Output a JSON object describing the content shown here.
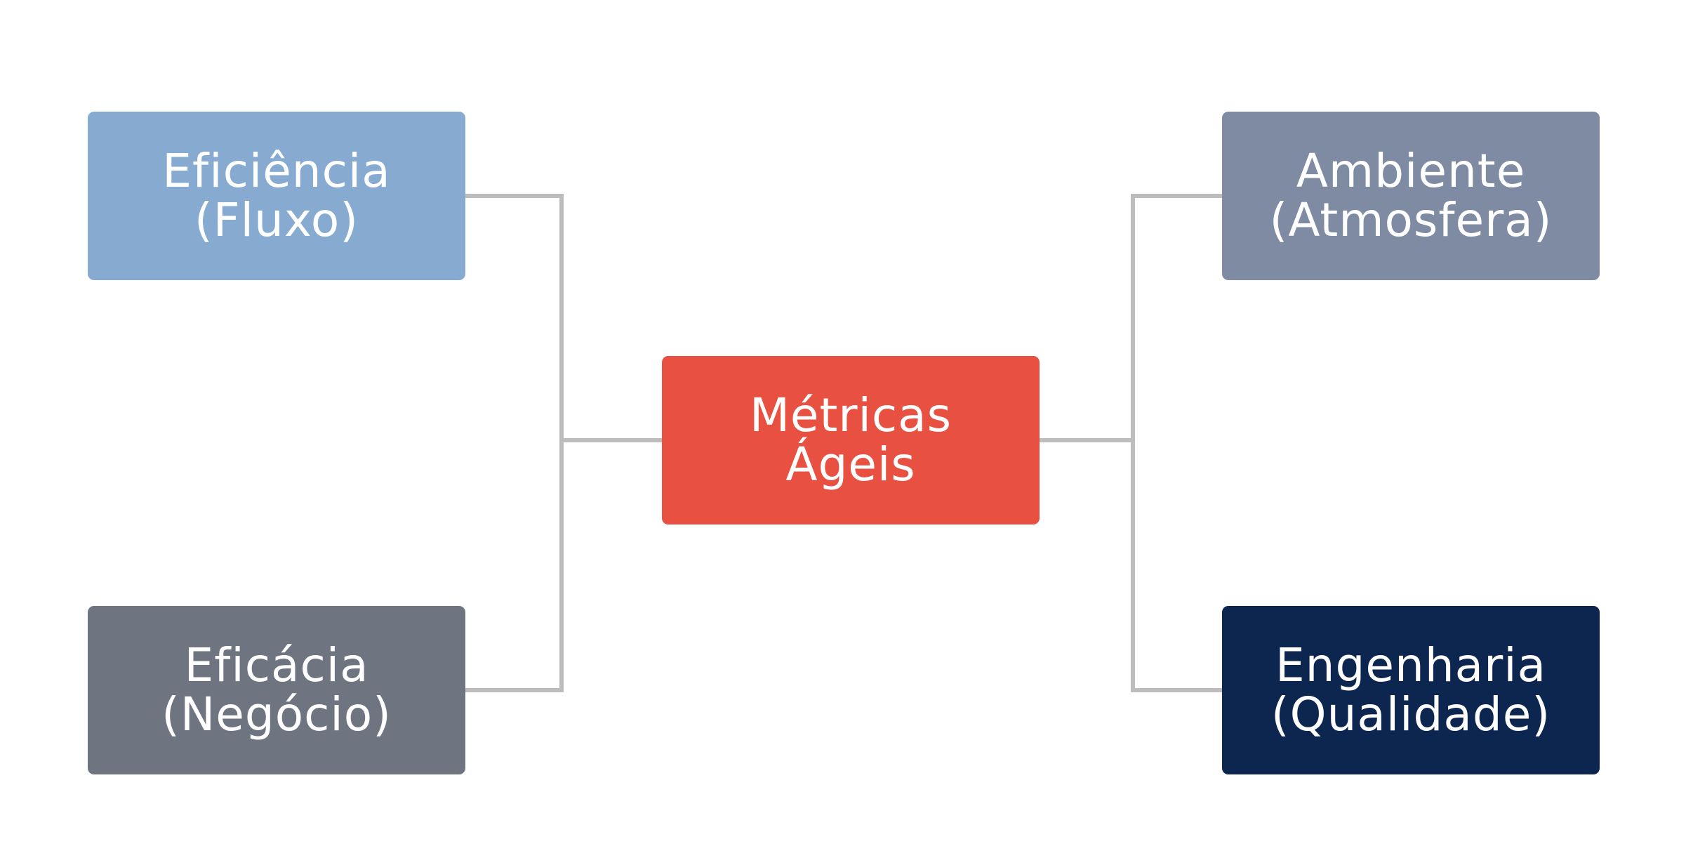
{
  "diagram": {
    "connector_color": "#bdbdbd",
    "center": {
      "line1": "Métricas",
      "line2": "Ágeis",
      "color": "#e85142"
    },
    "top_left": {
      "line1": "Eficiência",
      "line2": "(Fluxo)",
      "color": "#87abd0"
    },
    "bottom_left": {
      "line1": "Eficácia",
      "line2": "(Negócio)",
      "color": "#6f7580"
    },
    "top_right": {
      "line1": "Ambiente",
      "line2": "(Atmosfera)",
      "color": "#7f8aa3"
    },
    "bottom_right": {
      "line1": "Engenharia",
      "line2": "(Qualidade)",
      "color": "#0d2650"
    }
  }
}
